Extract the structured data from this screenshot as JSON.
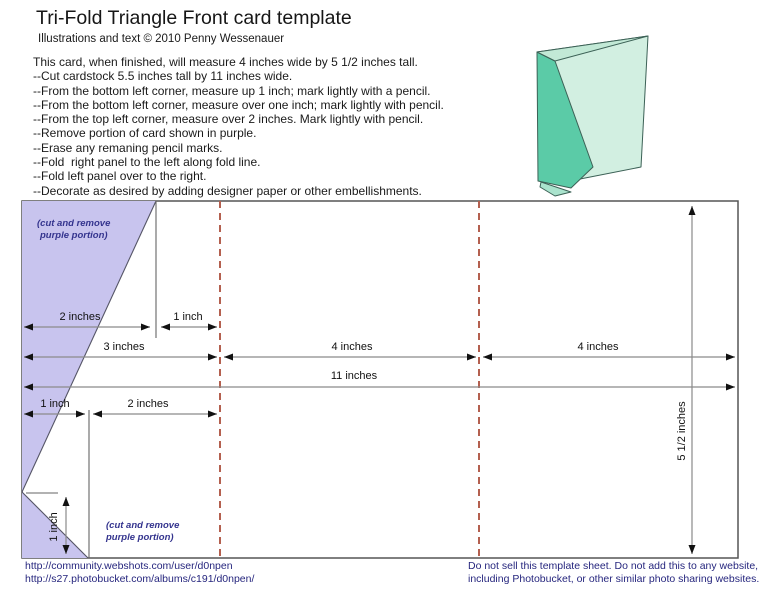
{
  "header": {
    "title": "Tri-Fold Triangle Front card template",
    "copyright": "Illustrations and text © 2010 Penny Wessenauer"
  },
  "instructions": {
    "lines": [
      "This card, when finished, will measure 4 inches wide by 5 1/2 inches tall.",
      "--Cut cardstock 5.5 inches tall by 11 inches wide.",
      "--From the bottom left corner, measure up 1 inch; mark lightly with a pencil.",
      "--From the bottom left corner, measure over one inch; mark lightly with pencil.",
      "--From the top left corner, measure over 2 inches. Mark lightly with pencil.",
      "--Remove portion of card shown in purple.",
      "--Erase any remaning pencil marks.",
      "--Fold  right panel to the left along fold line.",
      "--Fold left panel over to the right.",
      "--Decorate as desired by adding designer paper or other embellishments."
    ]
  },
  "illustration": {
    "name": "finished-card-3d-preview",
    "colors": {
      "front_face": "#d2efe1",
      "top_face": "#c2e9d6",
      "flap": "#5bcba7",
      "tab": "#aae3cd",
      "outline": "#3c6156"
    }
  },
  "diagram": {
    "colors": {
      "cut_region": "#c8c4ee",
      "fold_line": "#b4604f",
      "note_text": "#34348e",
      "outline": "#555555",
      "dimension_line": "#8a8a8a"
    },
    "cut_note": {
      "line1": "(cut and remove",
      "line2": "purple portion)"
    },
    "labels": {
      "top_cut_width": "2 inches",
      "top_gap": "1 inch",
      "panel_left": "3 inches",
      "panel_middle": "4 inches",
      "panel_right": "4 inches",
      "total_width": "11 inches",
      "bottom_gap": "1 inch",
      "bottom_width": "2 inches",
      "height": "5 1/2 inches",
      "bottom_cut_height": "1 inch"
    }
  },
  "footer": {
    "urls": [
      "http://community.webshots.com/user/d0npen",
      "http://s27.photobucket.com/albums/c191/d0npen/"
    ],
    "disclaimer": [
      "Do not sell this template sheet. Do not add this to any website,",
      "including Photobucket, or other similar photo sharing websites."
    ]
  }
}
